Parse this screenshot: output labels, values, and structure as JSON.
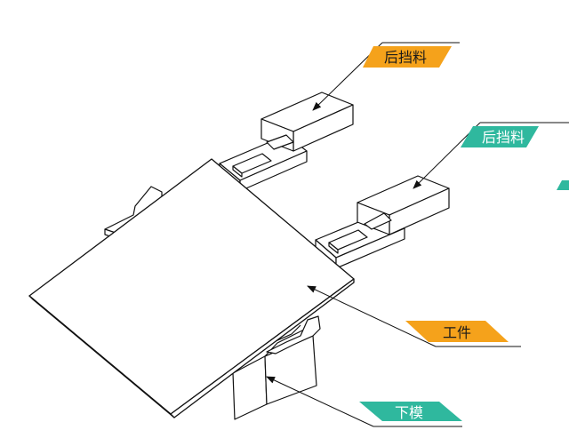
{
  "colors": {
    "line": "#111111",
    "orange": "#f5a21b",
    "teal": "#2fb89e",
    "page_bg": "#ffffff"
  },
  "labels": {
    "back_gauge_1": "后挡料",
    "back_gauge_2": "后挡料",
    "workpiece": "工件",
    "lower_die": "下模"
  }
}
